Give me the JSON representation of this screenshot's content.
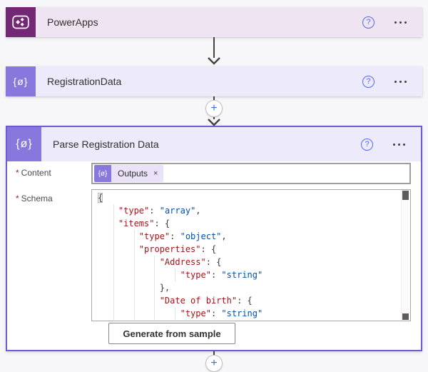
{
  "flow": {
    "card1": {
      "title": "PowerApps"
    },
    "card2": {
      "title": "RegistrationData"
    },
    "card3": {
      "title": "Parse Registration Data",
      "required_mark": "*",
      "content_label": "Content",
      "schema_label": "Schema",
      "token_label": "Outputs",
      "token_remove": "×",
      "generate_button": "Generate from sample"
    },
    "help_glyph": "?",
    "insert_plus": "+",
    "dataop_glyph": "{ø}"
  },
  "colors": {
    "powerapps_icon_bg": "#742774",
    "powerapps_card_bg": "#efe4f1",
    "dataop_icon_bg": "#8878dd",
    "dataop_card_bg": "#edeafb",
    "selected_card_border": "#6c5bd2",
    "help_icon_blue": "#4f6bed",
    "plus_icon_blue": "#3e6fd8",
    "connector_gray": "#45423f",
    "code_key_color": "#a31515",
    "code_value_color": "#0451a5",
    "required_asterisk": "#a4262c"
  },
  "schema_code": {
    "lines": [
      {
        "ind": 0,
        "seg": [
          [
            "b",
            "{"
          ]
        ]
      },
      {
        "ind": 1,
        "seg": [
          [
            "k",
            "\"type\""
          ],
          [
            "p",
            ": "
          ],
          [
            "v",
            "\"array\""
          ],
          [
            "p",
            ","
          ]
        ]
      },
      {
        "ind": 1,
        "seg": [
          [
            "k",
            "\"items\""
          ],
          [
            "p",
            ": {"
          ]
        ]
      },
      {
        "ind": 2,
        "seg": [
          [
            "k",
            "\"type\""
          ],
          [
            "p",
            ": "
          ],
          [
            "v",
            "\"object\""
          ],
          [
            "p",
            ","
          ]
        ]
      },
      {
        "ind": 2,
        "seg": [
          [
            "k",
            "\"properties\""
          ],
          [
            "p",
            ": {"
          ]
        ]
      },
      {
        "ind": 3,
        "seg": [
          [
            "k",
            "\"Address\""
          ],
          [
            "p",
            ": {"
          ]
        ]
      },
      {
        "ind": 4,
        "seg": [
          [
            "k",
            "\"type\""
          ],
          [
            "p",
            ": "
          ],
          [
            "v",
            "\"string\""
          ]
        ]
      },
      {
        "ind": 3,
        "seg": [
          [
            "p",
            "},"
          ]
        ]
      },
      {
        "ind": 3,
        "seg": [
          [
            "k",
            "\"Date of birth\""
          ],
          [
            "p",
            ": {"
          ]
        ]
      },
      {
        "ind": 4,
        "seg": [
          [
            "k",
            "\"type\""
          ],
          [
            "p",
            ": "
          ],
          [
            "v",
            "\"string\""
          ]
        ]
      }
    ]
  }
}
